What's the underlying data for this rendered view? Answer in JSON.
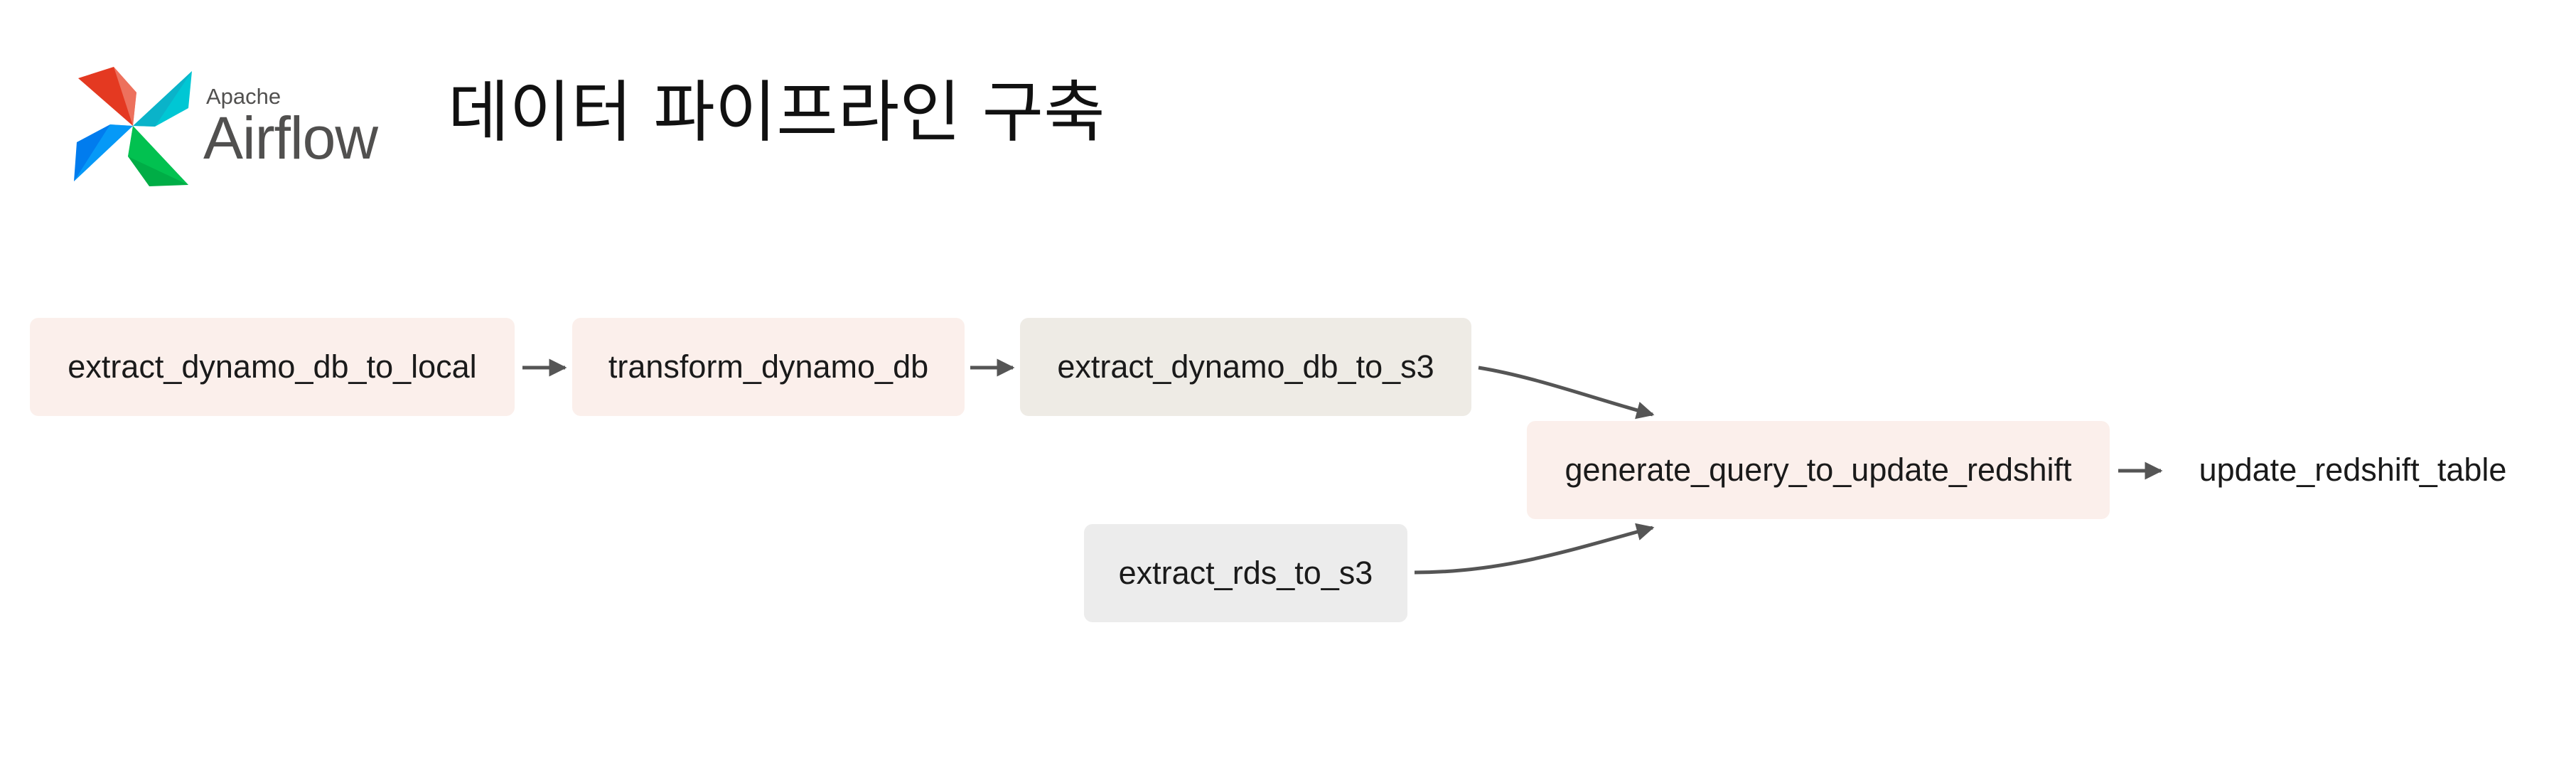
{
  "header": {
    "logo": {
      "icon": "airflow-pinwheel-icon",
      "small_text": "Apache",
      "large_text": "Airflow"
    },
    "title": "데이터 파이프라인 구축"
  },
  "dag": {
    "nodes": [
      {
        "id": "extract_dynamo_db_to_local",
        "label": "extract_dynamo_db_to_local"
      },
      {
        "id": "transform_dynamo_db",
        "label": "transform_dynamo_db"
      },
      {
        "id": "extract_dynamo_db_to_s3",
        "label": "extract_dynamo_db_to_s3"
      },
      {
        "id": "extract_rds_to_s3",
        "label": "extract_rds_to_s3"
      },
      {
        "id": "generate_query_to_update_redshift",
        "label": "generate_query_to_update_redshift"
      },
      {
        "id": "update_redshift_table",
        "label": "update_redshift_table"
      }
    ],
    "edges": [
      {
        "from": "extract_dynamo_db_to_local",
        "to": "transform_dynamo_db"
      },
      {
        "from": "transform_dynamo_db",
        "to": "extract_dynamo_db_to_s3"
      },
      {
        "from": "extract_dynamo_db_to_s3",
        "to": "generate_query_to_update_redshift"
      },
      {
        "from": "extract_rds_to_s3",
        "to": "generate_query_to_update_redshift"
      },
      {
        "from": "generate_query_to_update_redshift",
        "to": "update_redshift_table"
      }
    ],
    "colors": {
      "task_pink": "#fbefeb",
      "task_beige": "#eeebe5",
      "task_grey": "#ececec",
      "edge": "#555555"
    }
  }
}
